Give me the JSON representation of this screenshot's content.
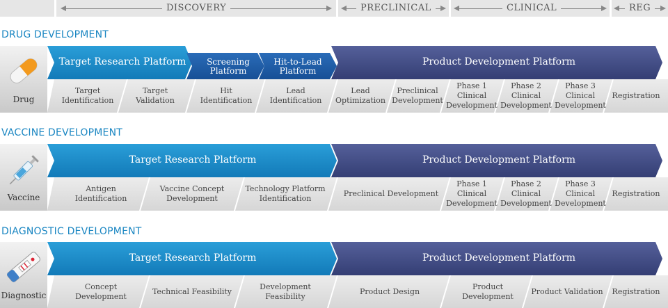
{
  "phases": [
    "DISCOVERY",
    "PRECLINICAL",
    "CLINICAL",
    "REG"
  ],
  "sections": [
    {
      "title": "DRUG DEVELOPMENT",
      "icon": "pill-capsule-icon",
      "icon_label": "Drug",
      "platforms": [
        "Target Research Platform",
        "Screening Platform",
        "Hit-to-Lead Platform",
        "Product Development Platform"
      ],
      "steps": [
        "Target Identification",
        "Target Validation",
        "Hit Identification",
        "Lead Identification",
        "Lead Optimization",
        "Preclinical Development",
        "Phase 1 Clinical Development",
        "Phase 2 Clinical Development",
        "Phase 3 Clinical Development",
        "Registration"
      ]
    },
    {
      "title": "VACCINE DEVELOPMENT",
      "icon": "syringe-icon",
      "icon_label": "Vaccine",
      "platforms": [
        "Target Research Platform",
        "Product Development Platform"
      ],
      "steps": [
        "Antigen Identification",
        "Vaccine Concept Development",
        "Technology Platform Identification",
        "Preclinical Development",
        "Phase 1 Clinical Development",
        "Phase 2 Clinical Development",
        "Phase 3 Clinical Development",
        "Registration"
      ]
    },
    {
      "title": "DIAGNOSTIC DEVELOPMENT",
      "icon": "test-strip-icon",
      "icon_label": "Diagnostic",
      "platforms": [
        "Target Research Platform",
        "Product Development Platform"
      ],
      "steps": [
        "Concept Development",
        "Technical Feasibility",
        "Development Feasibility",
        "Product Design",
        "Product Development",
        "Product Validation",
        "Registration"
      ]
    }
  ],
  "colors": {
    "blue": "#1a86c2",
    "navy": "#3d4880",
    "dark_blue": "#1f5ea8",
    "step_gray": "#e0e0e0"
  }
}
